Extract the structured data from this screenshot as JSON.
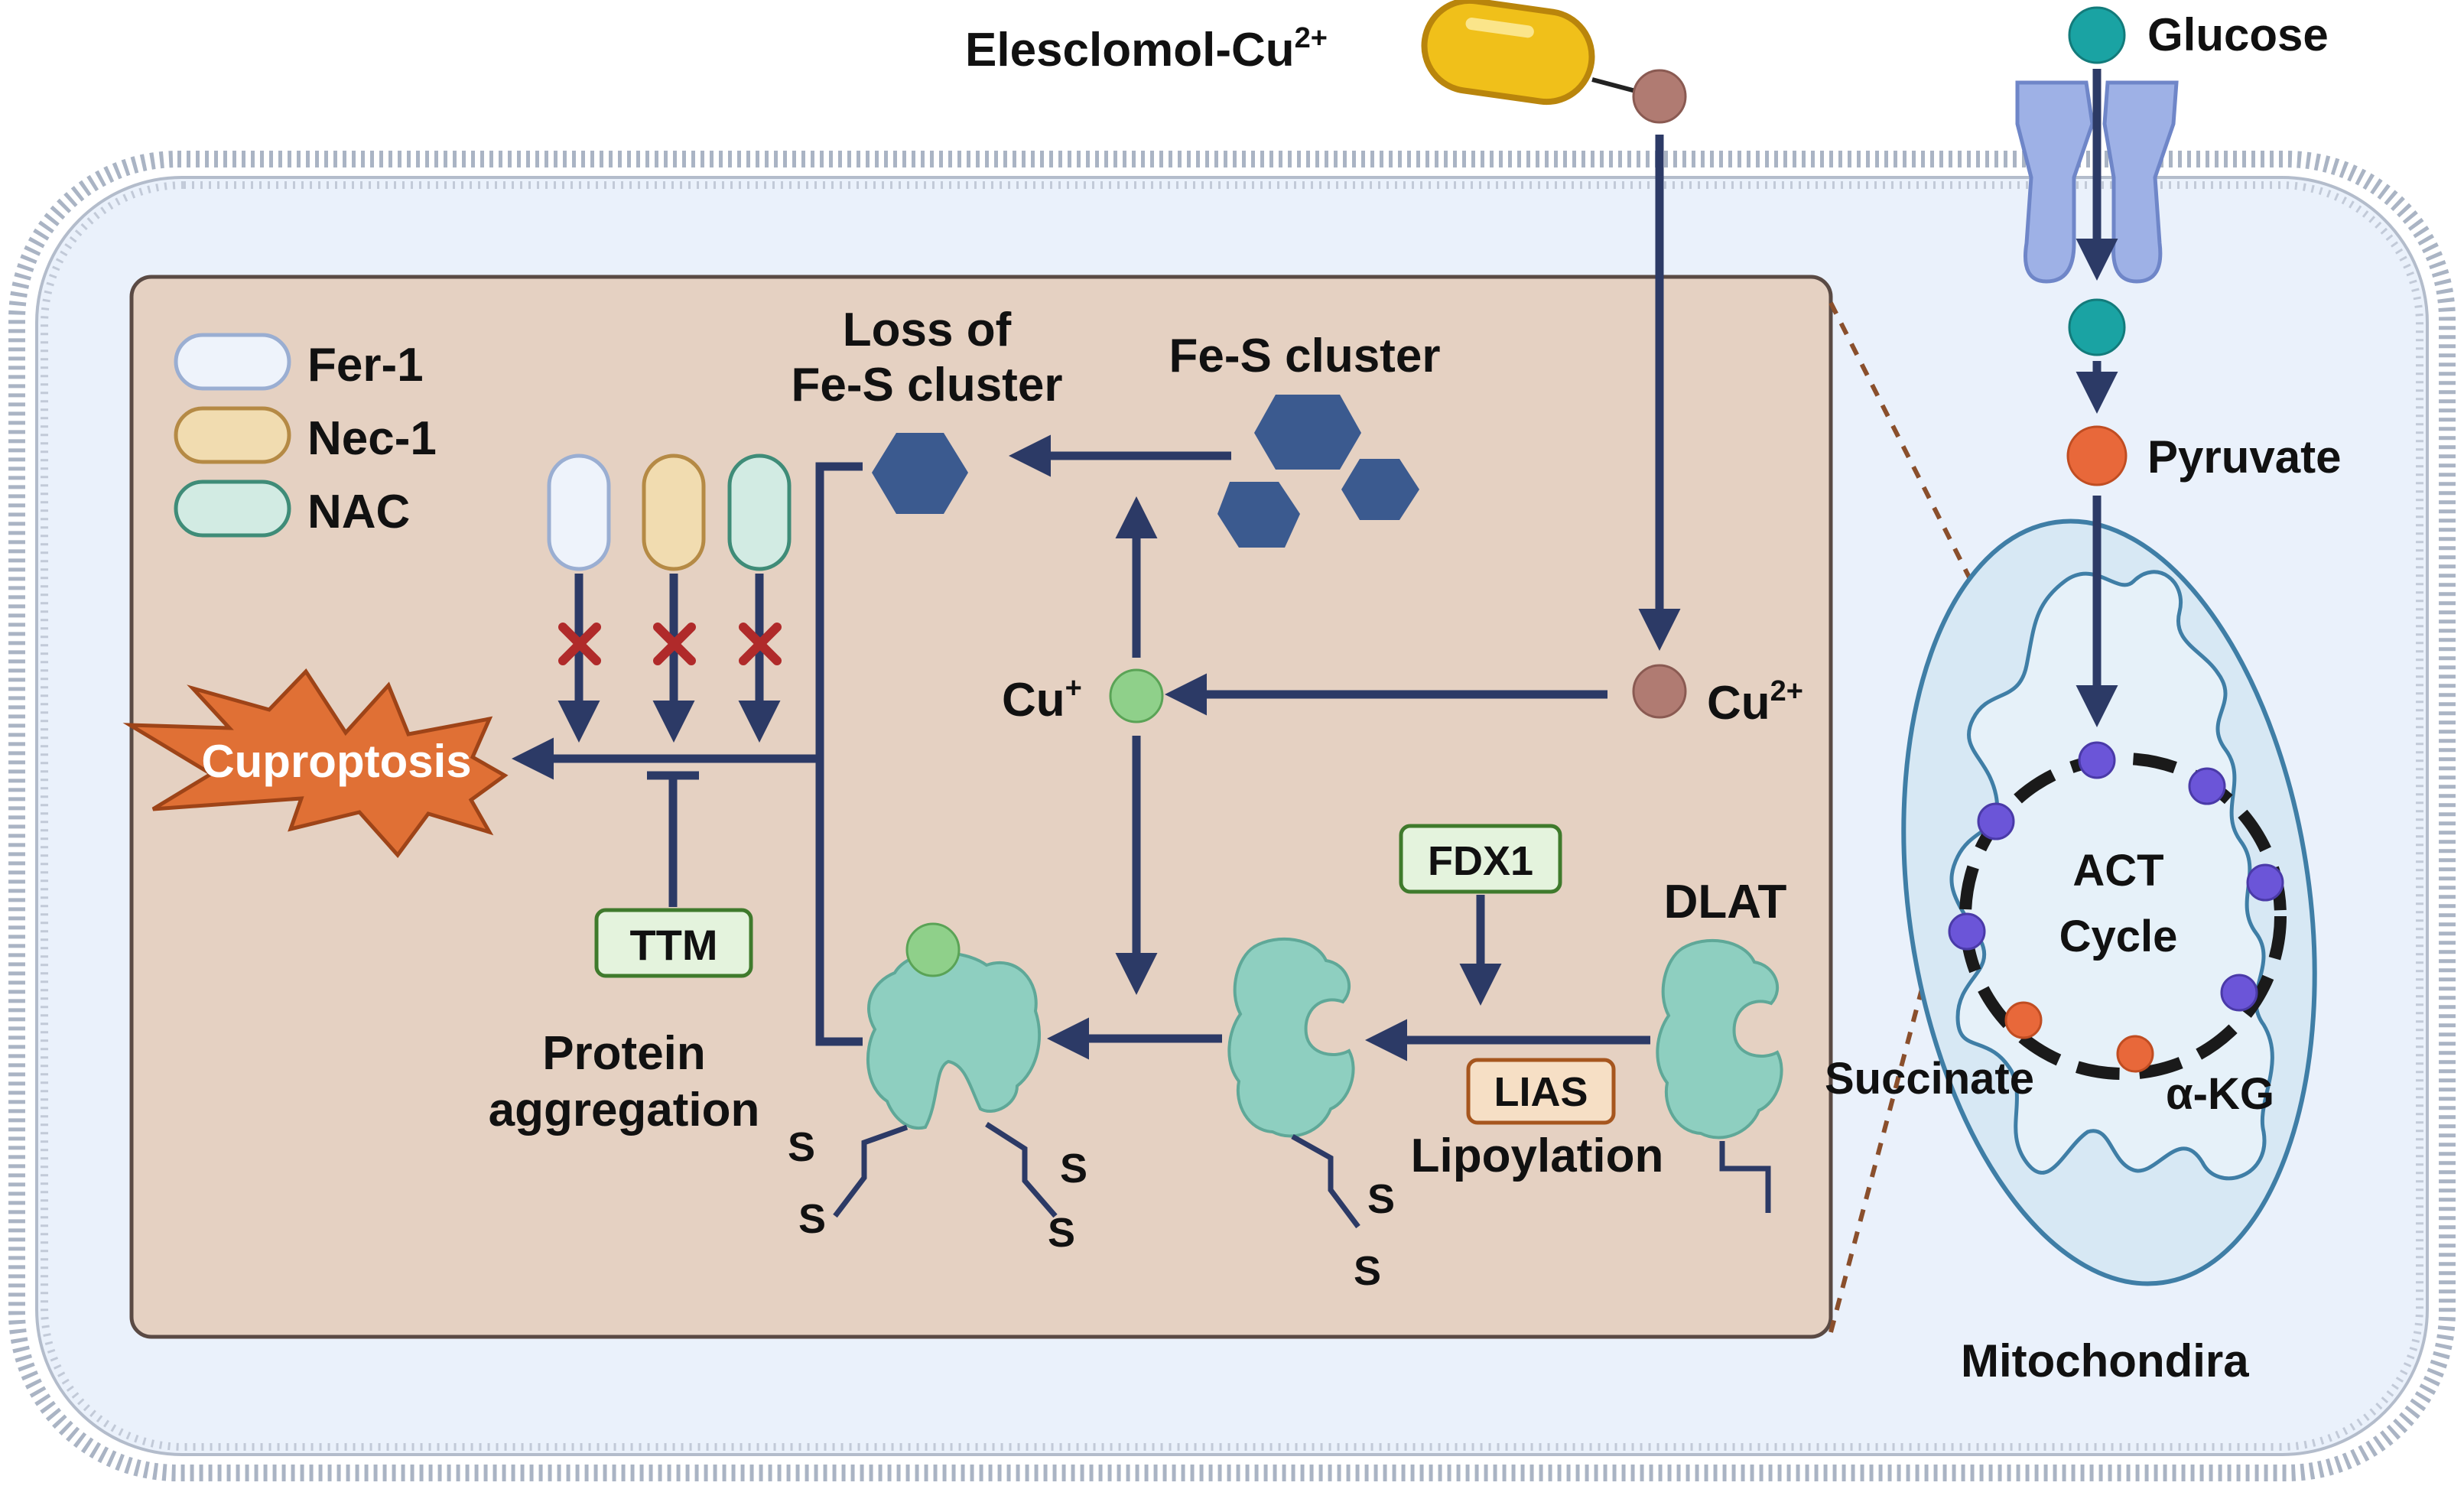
{
  "drug": {
    "label": "Elesclomol-Cu",
    "superscript": "2+"
  },
  "glucose": {
    "label": "Glucose"
  },
  "pyruvate": {
    "label": "Pyruvate"
  },
  "mitochondria": {
    "label": "Mitochondira",
    "cycle_line1": "ACT",
    "cycle_line2": "Cycle",
    "succinate": "Succinate",
    "akg": "α-KG"
  },
  "legend": [
    {
      "label": "Fer-1",
      "fill": "#eef3fb",
      "stroke": "#9aaed2"
    },
    {
      "label": "Nec-1",
      "fill": "#f1dcb0",
      "stroke": "#b58a45"
    },
    {
      "label": "NAC",
      "fill": "#d2ebe3",
      "stroke": "#3f8c78"
    }
  ],
  "fes": {
    "loss_line1": "Loss of",
    "loss_line2": "Fe-S cluster",
    "cluster": "Fe-S cluster"
  },
  "copper": {
    "cu_plus": "Cu",
    "cu_plus_sup": "+",
    "cu_2plus": "Cu",
    "cu_2plus_sup": "2+"
  },
  "cuproptosis": {
    "label": "Cuproptosis"
  },
  "inhibitor": {
    "label": "TTM"
  },
  "aggregation": {
    "line1": "Protein",
    "line2": "aggregation"
  },
  "enzymes": {
    "fdx1": "FDX1",
    "lias": "LIAS",
    "dlat": "DLAT",
    "lipoylation": "Lipoylation"
  },
  "sulfur": "S",
  "colors": {
    "arrow": "#2c3a66",
    "box_fill": "#e5d1c2",
    "box_stroke": "#5a4a44",
    "fes": "#3b5a8f",
    "cu_plus": "#8fd08a",
    "cu_2plus": "#b07b72",
    "protein": "#8ecfc0",
    "orange": "#e8683a",
    "purple": "#6b55d8",
    "cytoplasm": "#eaf1fb",
    "membrane": "#9aa6b8"
  }
}
